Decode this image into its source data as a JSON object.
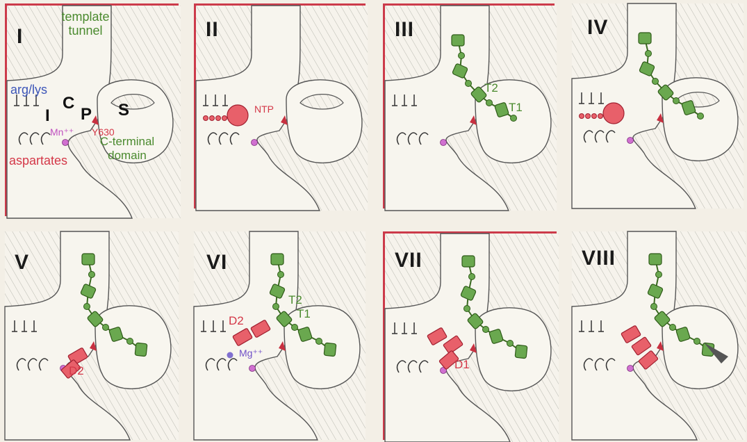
{
  "panels": [
    {
      "numeral": "I",
      "framed": true,
      "substrates": [],
      "labels": {
        "template_tunnel": "template\ntunnel",
        "arg_lys": "arg/lys",
        "site_I": "I",
        "site_C": "C",
        "site_P": "P",
        "site_S": "S",
        "mn": "Mn⁺⁺",
        "y630": "Y630",
        "cterm": "C-terminal\ndomain",
        "aspartates": "aspartates"
      }
    },
    {
      "numeral": "II",
      "framed": true,
      "ntp_label": "NTP"
    },
    {
      "numeral": "III",
      "framed": true,
      "t2": "T2",
      "t1": "T1"
    },
    {
      "numeral": "IV",
      "framed": false
    },
    {
      "numeral": "V",
      "framed": false,
      "d2": "D2"
    },
    {
      "numeral": "VI",
      "framed": false,
      "d2": "D2",
      "t2": "T2",
      "t1": "T1",
      "mg": "Mg⁺⁺"
    },
    {
      "numeral": "VII",
      "framed": true,
      "d1": "D1"
    },
    {
      "numeral": "VIII",
      "framed": false
    }
  ],
  "colors": {
    "frame": "#cc3a4a",
    "template": "#6aa84f",
    "nucleotide": "#e8606a",
    "metal_mn": "#d070d0",
    "metal_mg": "#8070d0",
    "protein_outline": "#555555"
  }
}
